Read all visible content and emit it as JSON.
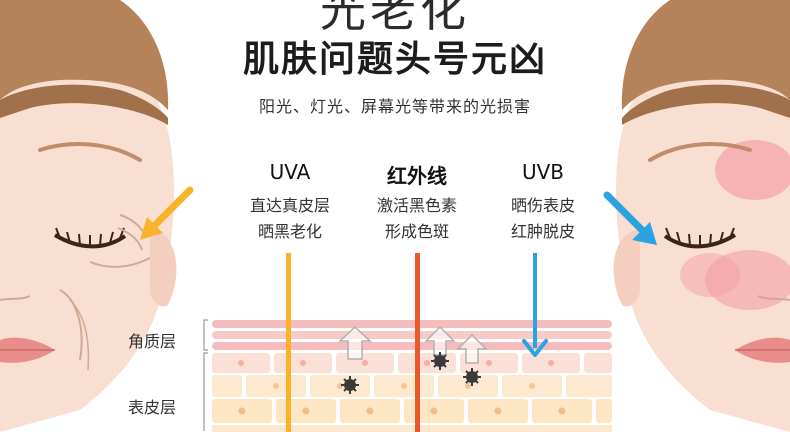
{
  "title_partial": "光老化",
  "title": "肌肤问题头号元凶",
  "subtitle": "阳光、灯光、屏幕光等带来的光损害",
  "columns": [
    {
      "name": "UVA",
      "line1": "直达真皮层",
      "line2": "晒黑老化",
      "color": "#f9b32b"
    },
    {
      "name": "红外线",
      "line1": "激活黑色素",
      "line2": "形成色斑",
      "color": "#e85a2a"
    },
    {
      "name": "UVB",
      "line1": "晒伤表皮",
      "line2": "红肿脱皮",
      "color": "#2aa3e0"
    }
  ],
  "layers": {
    "stratum_corneum": "角质层",
    "epidermis": "表皮层"
  }
}
